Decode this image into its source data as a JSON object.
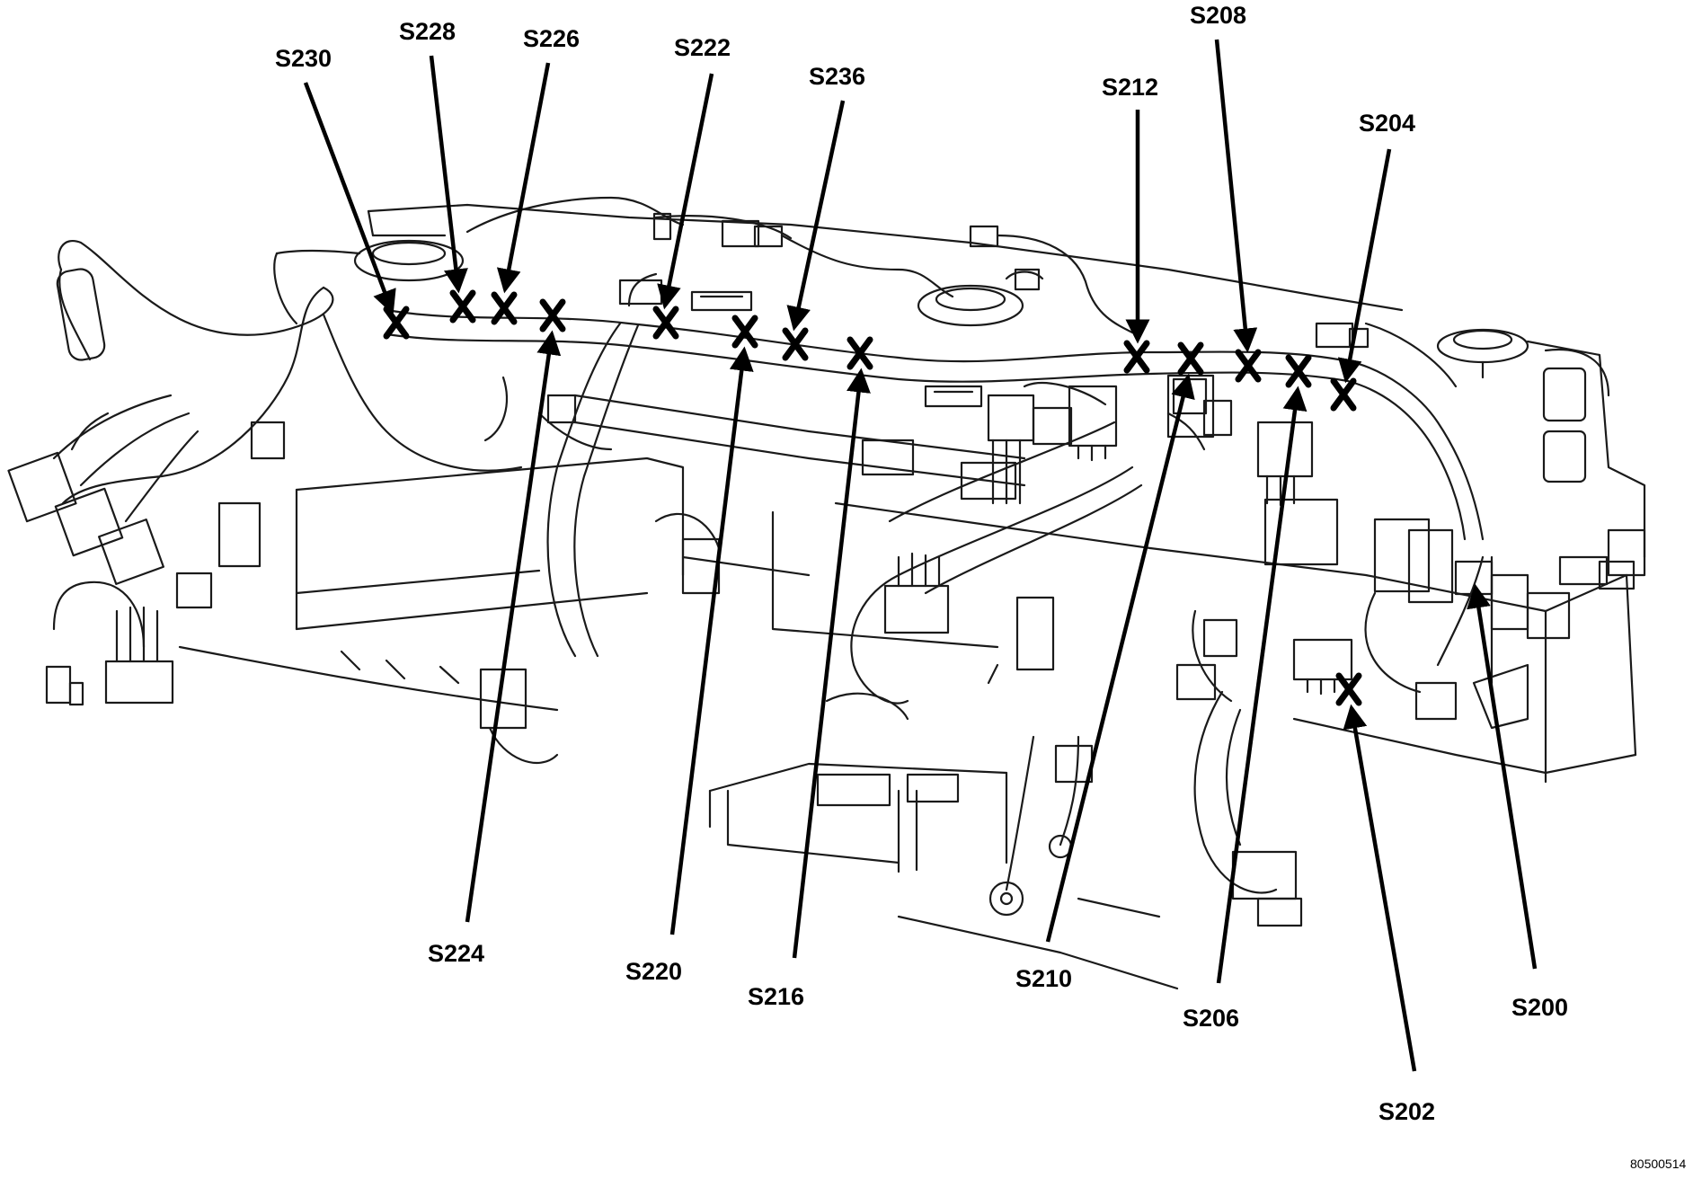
{
  "splice_labels": {
    "s200": "S200",
    "s202": "S202",
    "s204": "S204",
    "s206": "S206",
    "s208": "S208",
    "s210": "S210",
    "s212": "S212",
    "s216": "S216",
    "s220": "S220",
    "s222": "S222",
    "s224": "S224",
    "s226": "S226",
    "s228": "S228",
    "s230": "S230",
    "s236": "S236"
  },
  "figure_id": "80500514"
}
